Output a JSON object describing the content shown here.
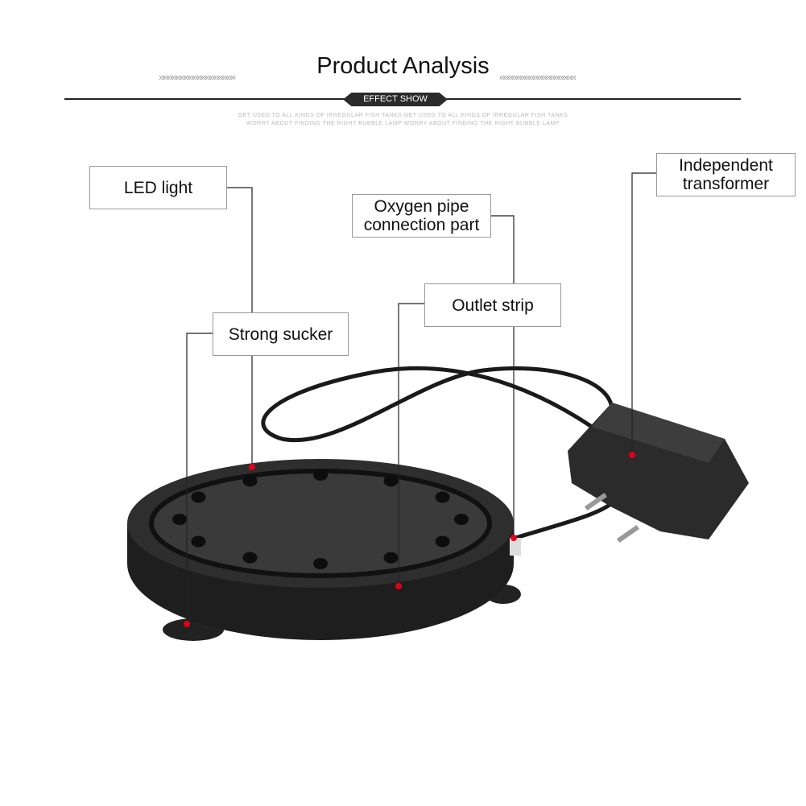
{
  "header": {
    "title": "Product Analysis",
    "badge": "EFFECT SHOW",
    "chevrons_left": "»»»»»»»»»»»»»»»»»»",
    "chevrons_right": "««««««««««««««««««",
    "subtitle_line1": "GET USED TO ALL KINDS OF IRREGULAR FISH TANKS GET USED TO ALL KINDS OF IRREGULAR FISH TANKS",
    "subtitle_line2": "WORRY ABOUT FINDING THE RIGHT BUBBLE LAMP WORRY ABOUT FINDING THE RIGHT BUBBLE LAMP"
  },
  "labels": {
    "led_light": "LED light",
    "strong_sucker": "Strong sucker",
    "oxygen_pipe": "Oxygen pipe connection part",
    "outlet_strip": "Outlet strip",
    "transformer": "Independent transformer"
  },
  "colors": {
    "pointer": "#e0001a",
    "product": "#2b2b2b"
  }
}
